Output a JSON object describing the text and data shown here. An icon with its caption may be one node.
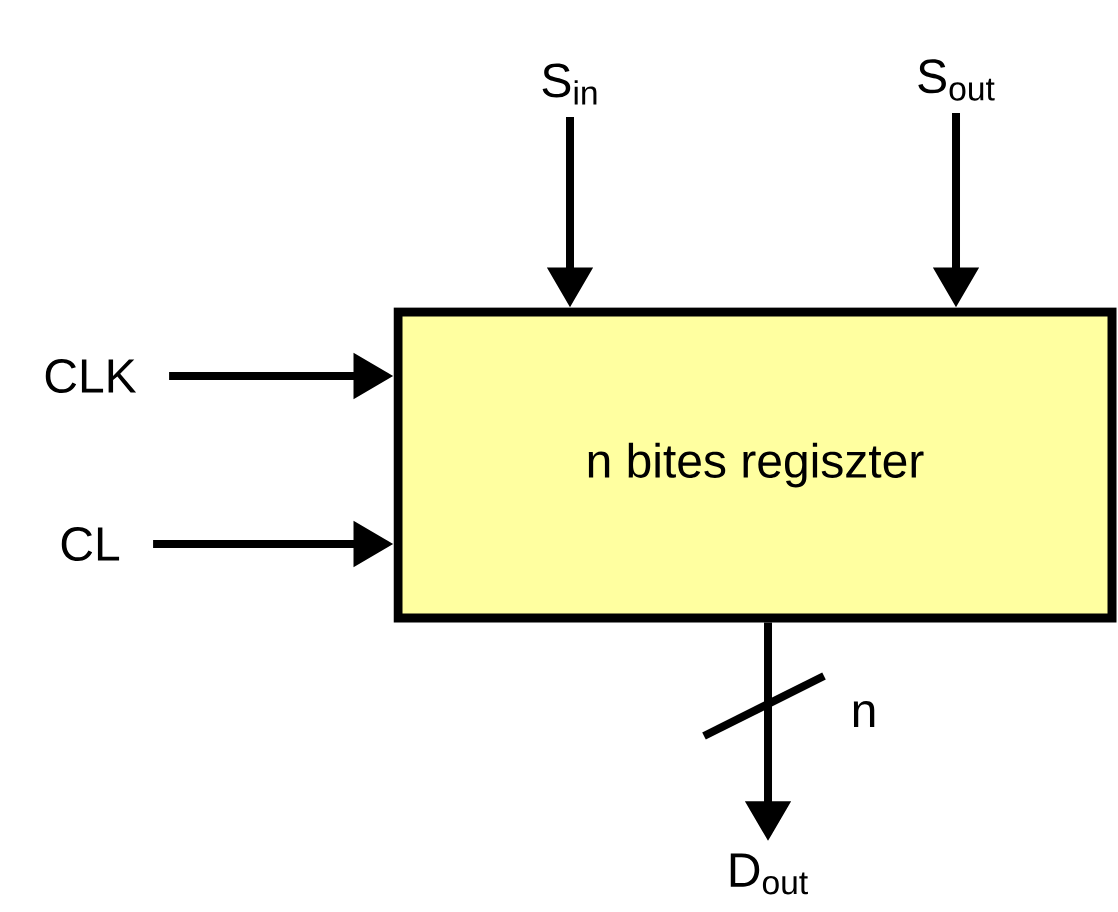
{
  "diagram": {
    "nodes": [
      {
        "text": [
          "n bites regiszter"
        ]
      },
      {
        "text": [
          "S$_{in}$"
        ]
      },
      {
        "text": [
          "S$_{out}$"
        ]
      },
      {
        "text": [
          "CLK"
        ]
      },
      {
        "text": [
          "CL"
        ]
      },
      {
        "text": [
          "D$_{out}$"
        ]
      }
    ],
    "edges": [
      {
        "from": 1,
        "to": 0,
        "arrow": "to"
      },
      {
        "from": 2,
        "to": 0,
        "arrow": "to"
      },
      {
        "from": 3,
        "to": 0,
        "arrow": "to"
      },
      {
        "from": 4,
        "to": 0,
        "arrow": "to"
      },
      {
        "from": 0,
        "to": 5,
        "arrow": "to",
        "label": "n"
      }
    ]
  }
}
